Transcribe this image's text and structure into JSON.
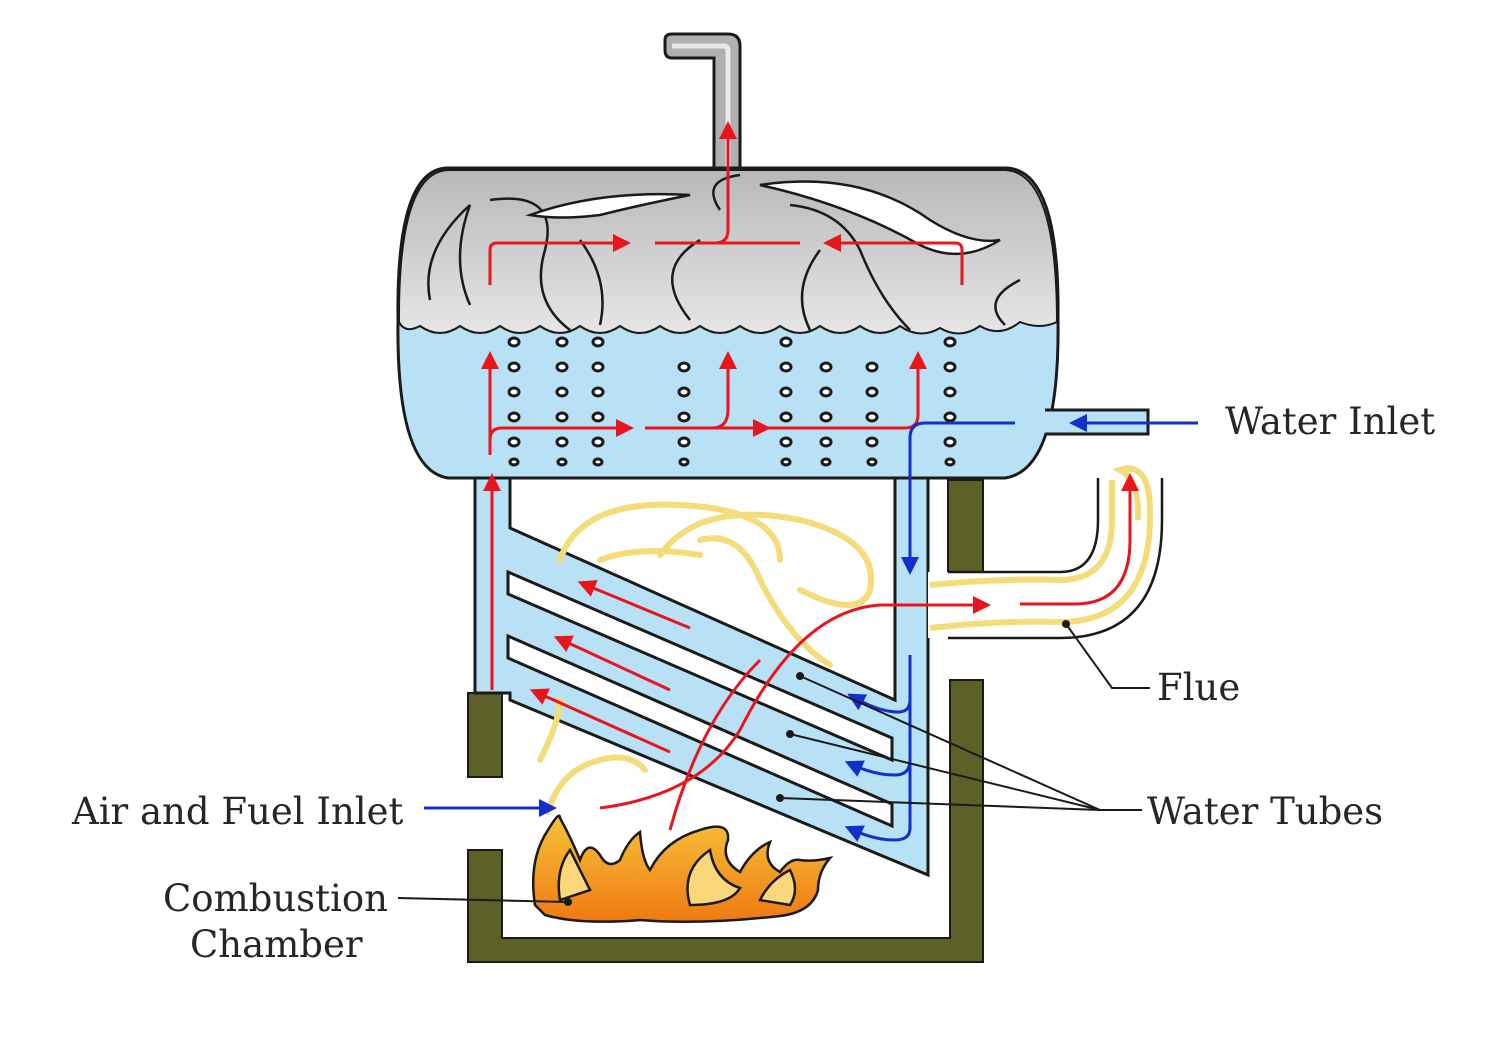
{
  "labels": {
    "water_inlet": "Water Inlet",
    "flue": "Flue",
    "water_tubes": "Water Tubes",
    "air_fuel_inlet": "Air and Fuel Inlet",
    "combustion_line1": "Combustion",
    "combustion_line2": "Chamber"
  },
  "colors": {
    "steam": "#c9c9c9",
    "water": "#b9e1f5",
    "outline": "#1a1a1a",
    "wall": "#5e6127",
    "hot_flow": "#e8161c",
    "cold_flow": "#1230c8",
    "flue_gas": "#f3dc7a",
    "flame_inner": "#f28a1c",
    "flame_outer": "#f9d77a"
  }
}
